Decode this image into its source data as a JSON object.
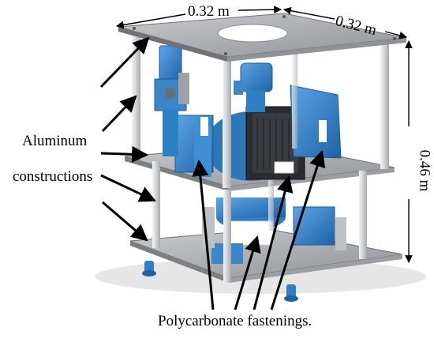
{
  "dimensions": {
    "width_a": "0.32 m",
    "width_b": "0.32 m",
    "height": "0.46 m"
  },
  "labels": {
    "aluminum_line1": "Aluminum",
    "aluminum_line2": "constructions",
    "polycarbonate": "Polycarbonate fastenings."
  },
  "colors": {
    "plate": "#a9acb0",
    "plate_edge": "#6e7174",
    "rail": "#d6d8da",
    "part_blue": "#3a86c8",
    "part_dark": "#2b2c30",
    "arrow": "#000000"
  }
}
